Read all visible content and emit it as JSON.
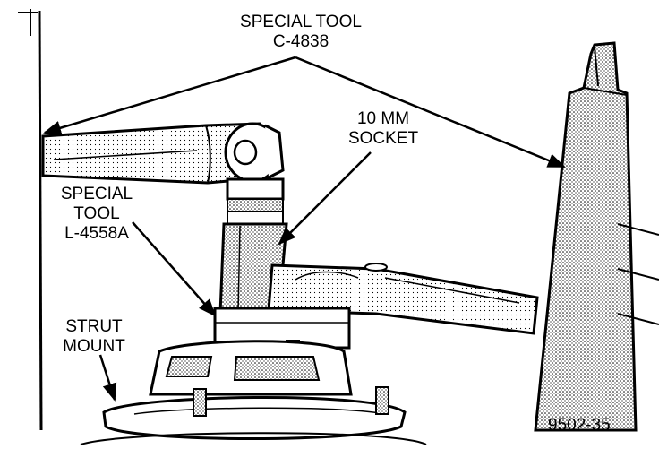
{
  "labels": {
    "special_tool_c_line1": "SPECIAL TOOL",
    "special_tool_c_line2": "C-4838",
    "socket_line1": "10 MM",
    "socket_line2": "SOCKET",
    "special_tool_l_line1": "SPECIAL",
    "special_tool_l_line2": "TOOL",
    "special_tool_l_line3": "L-4558A",
    "strut_mount_line1": "STRUT",
    "strut_mount_line2": "MOUNT",
    "figure_code": "9502-35"
  }
}
